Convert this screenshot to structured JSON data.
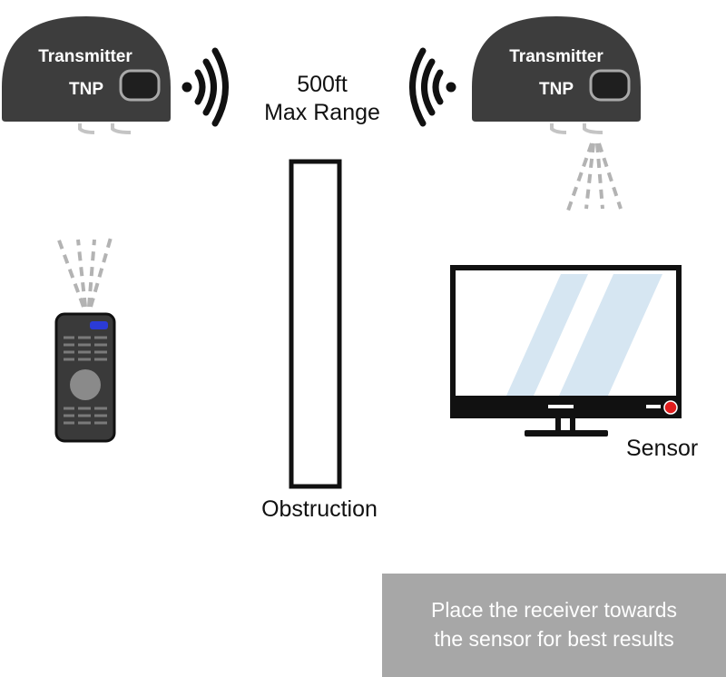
{
  "transmitter_left": {
    "line1": "Transmitter",
    "line2": "TNP"
  },
  "transmitter_right": {
    "line1": "Transmitter",
    "line2": "TNP"
  },
  "range": {
    "value": "500ft",
    "label": "Max Range"
  },
  "obstruction": {
    "label": "Obstruction"
  },
  "sensor": {
    "label": "Sensor"
  },
  "note": {
    "line1": "Place the receiver towards",
    "line2": "the sensor for best results"
  },
  "colors": {
    "device_body": "#3d3d3d",
    "ir_beam": "#b3b3b3",
    "screen_glare": "#d6e6f2",
    "sensor_dot": "#e11d1d",
    "note_background": "#a7a7a7",
    "remote_button_blue": "#2b3bd6"
  }
}
